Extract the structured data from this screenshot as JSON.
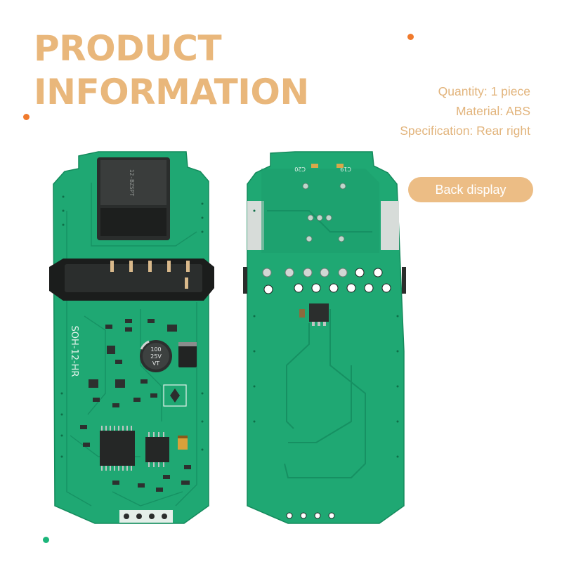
{
  "headline": {
    "line1": "PRODUCT",
    "line2": "INFORMATION"
  },
  "specs": {
    "quantity": "Quantity: 1 piece",
    "material": "Material: ABS",
    "specification": "Specification: Rear right"
  },
  "back_label": "Back display",
  "board_markings": {
    "model": "SOH-12-HR",
    "relay_text": "12-BZSPT",
    "cap_value": "100",
    "cap_voltage": "25V",
    "cap_series": "VT"
  },
  "colors": {
    "accent": "#e9b77b",
    "pill": "#ecbd85",
    "pcb_green": "#1eaa75",
    "dot_orange": "#f07a2c",
    "dot_green": "#1cb57a"
  },
  "images": [
    "pcb-front-photo",
    "pcb-back-photo"
  ]
}
